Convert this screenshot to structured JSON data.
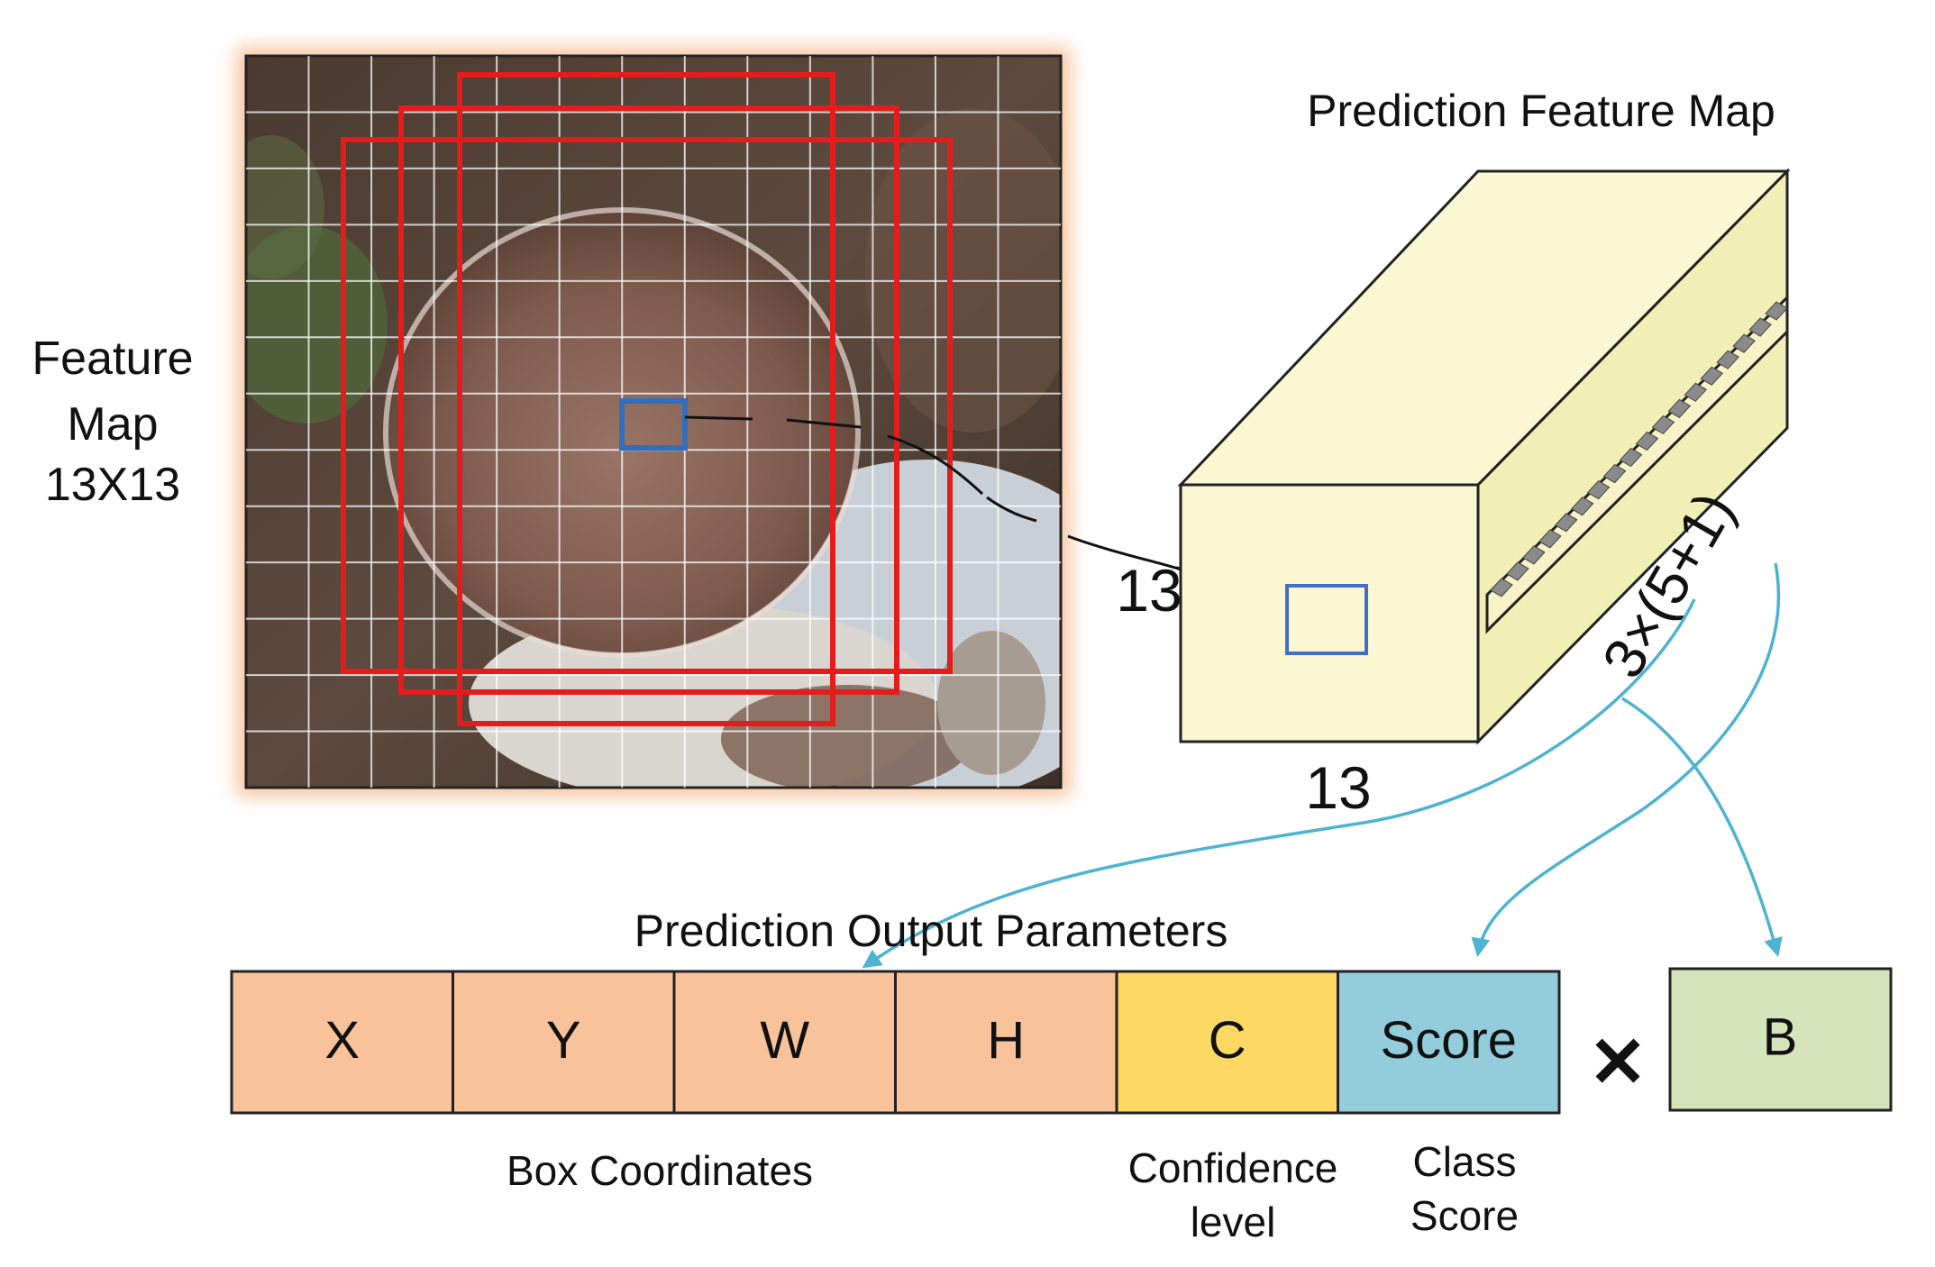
{
  "feature_map_label": [
    "Feature",
    "Map",
    "13X13"
  ],
  "prediction_feature_map_title": "Prediction Feature Map",
  "cube_height_label": "13",
  "cube_width_label": "13",
  "channels_label": "3×(5+1)",
  "output_title": "Prediction Output Parameters",
  "cells": [
    {
      "label": "X",
      "color": "#f8c29a"
    },
    {
      "label": "Y",
      "color": "#f8c29a"
    },
    {
      "label": "W",
      "color": "#f8c29a"
    },
    {
      "label": "H",
      "color": "#f8c29a"
    },
    {
      "label": "C",
      "color": "#fdd964"
    },
    {
      "label": "Score",
      "color": "#93cddb"
    }
  ],
  "multiply_symbol": "✕",
  "b_box": {
    "label": "B",
    "color": "#d6e4bc"
  },
  "captions": {
    "box_coordinates": "Box Coordinates",
    "confidence": [
      "Confidence",
      "level"
    ],
    "class_score": [
      "Class",
      "Score"
    ]
  },
  "colors": {
    "anchor_box": "#e51c1c",
    "grid_cell": "#2f6fc0",
    "arrow": "#4db3cf",
    "cube_face": "#fbf7d2",
    "cube_side": "#f1efb6",
    "photo_glow": "#f5b888"
  }
}
